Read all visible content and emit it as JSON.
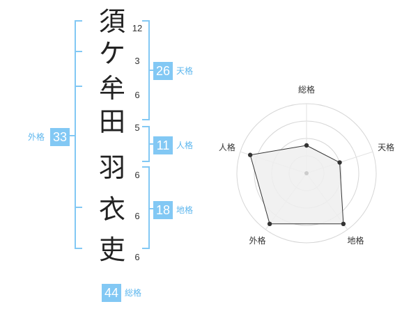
{
  "characters": [
    {
      "char": "須",
      "strokes": "12"
    },
    {
      "char": "ケ",
      "strokes": "3"
    },
    {
      "char": "牟",
      "strokes": "6"
    },
    {
      "char": "田",
      "strokes": "5"
    },
    {
      "char": "羽",
      "strokes": "6"
    },
    {
      "char": "衣",
      "strokes": "6"
    },
    {
      "char": "吏",
      "strokes": "6"
    }
  ],
  "kakusu": {
    "tenkaku": {
      "value": "26",
      "label": "天格"
    },
    "jinkaku": {
      "value": "11",
      "label": "人格"
    },
    "chikaku": {
      "value": "18",
      "label": "地格"
    },
    "gaikaku": {
      "value": "33",
      "label": "外格"
    },
    "soukaku": {
      "value": "44",
      "label": "総格"
    }
  },
  "colors": {
    "accent": "#82c8f4",
    "bracket": "#82c8f4",
    "radar_fill": "#eeeeee",
    "radar_line": "#333333"
  },
  "chart_data": {
    "type": "radar",
    "axes": [
      "総格",
      "天格",
      "地格",
      "外格",
      "人格"
    ],
    "values": [
      0.4,
      0.5,
      0.9,
      0.9,
      0.85
    ],
    "range": [
      0,
      1
    ],
    "rings": 4
  }
}
